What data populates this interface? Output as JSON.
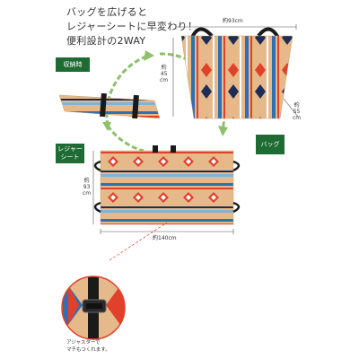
{
  "header": {
    "line1": "バッグを広げると",
    "line2": "レジャーシートに早変わり！",
    "line3": "便利設計の2WAY"
  },
  "badges": {
    "storage": "収納時",
    "leisure": "レジャー\nシート",
    "bag": "バッグ"
  },
  "dimensions": {
    "bag_width": "約93cm",
    "bag_height": "約\n45\ncm",
    "bag_depth": "約\n55\ncm",
    "sheet_height": "約\n93\ncm",
    "sheet_width": "約140cm"
  },
  "adjuster_note": {
    "line1": "アジャスターで",
    "line2": "マチもつくれます。"
  },
  "colors": {
    "badge_green": "#1e6b33",
    "arrow_green": "#8dc06a",
    "tan": "#e6b98a",
    "red": "#e0412a",
    "blue": "#2f6fb3",
    "navy": "#1c2e55",
    "strap": "#1a1a1a"
  }
}
